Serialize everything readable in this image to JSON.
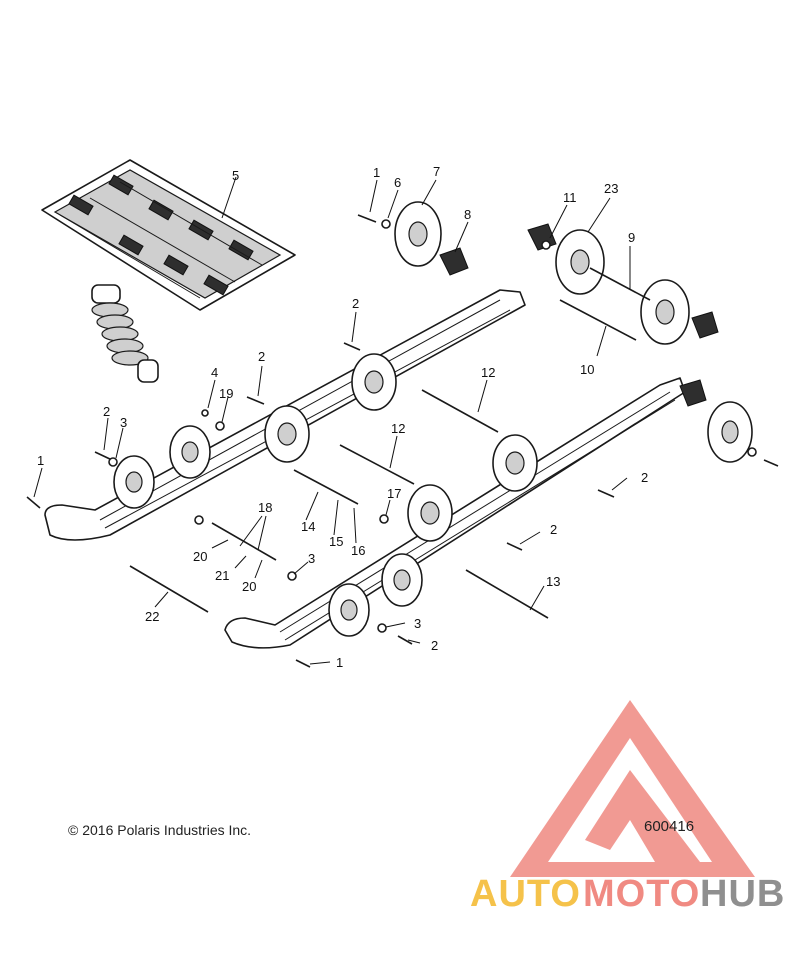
{
  "copyright": "© 2016 Polaris Industries Inc.",
  "figure_id": "600416",
  "watermark": {
    "text_part1": "AUTO",
    "text_part2": "MOTO",
    "text_part3": "HUB",
    "colors": {
      "orange": "#f5c24a",
      "red": "#f08a82",
      "gray": "#8f8f8f"
    }
  },
  "callouts": {
    "c1a": "1",
    "c1b": "1",
    "c1c": "1",
    "c2a": "2",
    "c2b": "2",
    "c2c": "2",
    "c2d": "2",
    "c2e": "2",
    "c2f": "2",
    "c3a": "3",
    "c3b": "3",
    "c3c": "3",
    "c4": "4",
    "c5": "5",
    "c6": "6",
    "c7": "7",
    "c8": "8",
    "c9": "9",
    "c10": "10",
    "c11": "11",
    "c12a": "12",
    "c12b": "12",
    "c13": "13",
    "c14": "14",
    "c15": "15",
    "c16": "16",
    "c17": "17",
    "c18": "18",
    "c19": "19",
    "c20a": "20",
    "c20b": "20",
    "c21": "21",
    "c22": "22",
    "c23": "23"
  }
}
